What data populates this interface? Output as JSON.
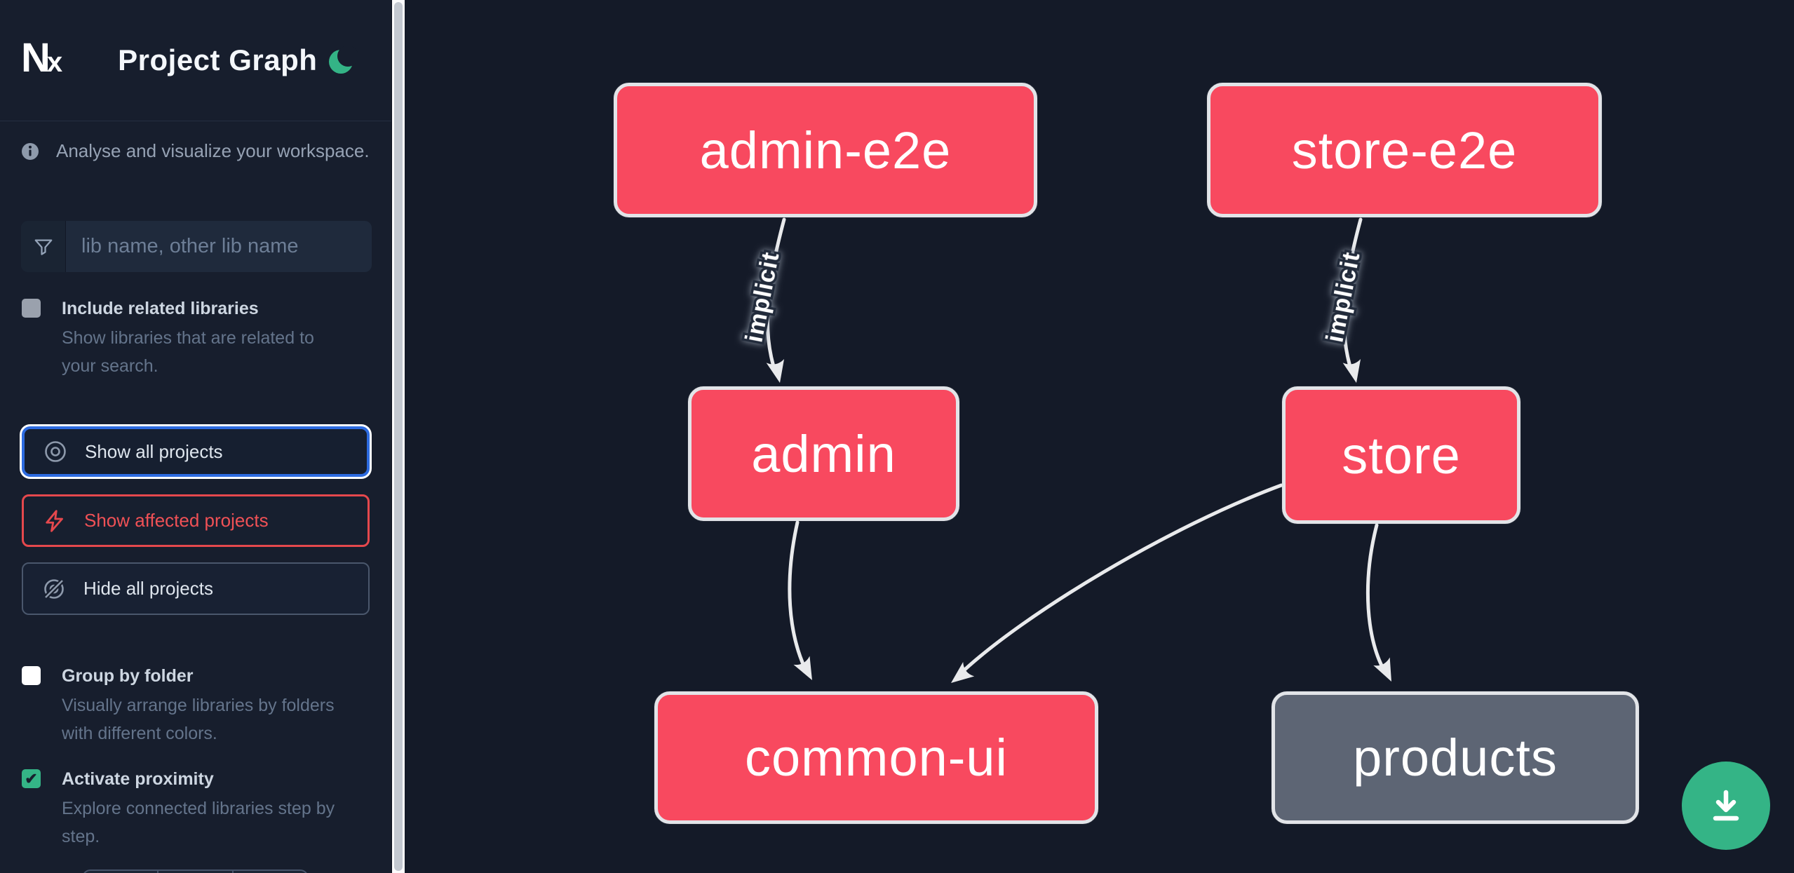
{
  "theme": {
    "accent_blue": "#2d6be0",
    "node_pink": "#f8495f",
    "node_gray": "#5d6574",
    "green": "#34b486",
    "red": "#e5484d",
    "edge_color": "#e9eaec",
    "sidebar_bg": "#171e2d",
    "canvas_bg": "#141a28"
  },
  "header": {
    "logo_text": "N",
    "logo_text_small": "x",
    "title": "Project Graph",
    "theme_toggle_icon": "moon-icon"
  },
  "sidebar": {
    "tagline": "Analyse and visualize your workspace.",
    "search": {
      "placeholder": "lib name, other lib name",
      "value": "",
      "icon": "filter-icon"
    },
    "toggles": [
      {
        "label": "Include related libraries",
        "description": "Show libraries that are related to your search.",
        "checked": false
      },
      {
        "label": "Group by folder",
        "description": "Visually arrange libraries by folders with different colors.",
        "checked": false
      },
      {
        "label": "Activate proximity",
        "description": "Explore connected libraries step by step.",
        "checked": true,
        "checkmark": "✔"
      }
    ],
    "buttons": [
      {
        "label": "Show all projects",
        "icon": "eye-icon",
        "state": "focused"
      },
      {
        "label": "Show affected projects",
        "icon": "bolt-icon",
        "state": "affected"
      },
      {
        "label": "Hide all projects",
        "icon": "eye-off-icon",
        "state": "default"
      }
    ]
  },
  "graph": {
    "nodes": [
      {
        "id": "admin-e2e",
        "label": "admin-e2e",
        "color": "pink"
      },
      {
        "id": "store-e2e",
        "label": "store-e2e",
        "color": "pink"
      },
      {
        "id": "admin",
        "label": "admin",
        "color": "pink"
      },
      {
        "id": "store",
        "label": "store",
        "color": "pink"
      },
      {
        "id": "common-ui",
        "label": "common-ui",
        "color": "pink"
      },
      {
        "id": "products",
        "label": "products",
        "color": "gray"
      }
    ],
    "edges": [
      {
        "source": "admin-e2e",
        "target": "admin",
        "label": "implicit"
      },
      {
        "source": "store-e2e",
        "target": "store",
        "label": "implicit"
      },
      {
        "source": "admin",
        "target": "common-ui",
        "label": ""
      },
      {
        "source": "store",
        "target": "common-ui",
        "label": ""
      },
      {
        "source": "store",
        "target": "products",
        "label": ""
      }
    ]
  },
  "fab": {
    "icon": "download-icon"
  }
}
